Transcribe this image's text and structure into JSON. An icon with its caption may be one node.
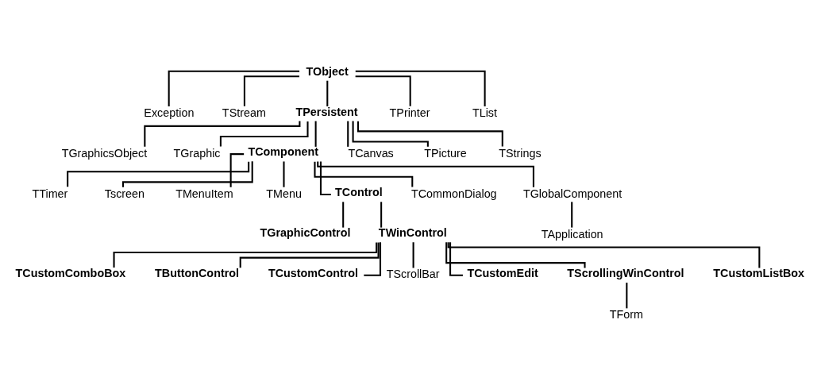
{
  "diagram": {
    "nodes": [
      {
        "text": [
          "TObject"
        ]
      },
      {
        "text": [
          "Exception"
        ]
      },
      {
        "text": [
          "TStream"
        ]
      },
      {
        "text": [
          "TPersistent"
        ]
      },
      {
        "text": [
          "TPrinter"
        ]
      },
      {
        "text": [
          "TList"
        ]
      },
      {
        "text": [
          "TGraphicsObject"
        ]
      },
      {
        "text": [
          "TGraphic"
        ]
      },
      {
        "text": [
          "TComponent"
        ]
      },
      {
        "text": [
          "TCanvas"
        ]
      },
      {
        "text": [
          "TPicture"
        ]
      },
      {
        "text": [
          "TStrings"
        ]
      },
      {
        "text": [
          "TTimer"
        ]
      },
      {
        "text": [
          "Tscreen"
        ]
      },
      {
        "text": [
          "TMenuItem"
        ]
      },
      {
        "text": [
          "TMenu"
        ]
      },
      {
        "text": [
          "TControl"
        ]
      },
      {
        "text": [
          "TCommonDialog"
        ]
      },
      {
        "text": [
          "TGlobalComponent"
        ]
      },
      {
        "text": [
          "TApplication"
        ]
      },
      {
        "text": [
          "TGraphicControl"
        ]
      },
      {
        "text": [
          "TWinControl"
        ]
      },
      {
        "text": [
          "TCustomComboBox"
        ]
      },
      {
        "text": [
          "TButtonControl"
        ]
      },
      {
        "text": [
          "TCustomControl"
        ]
      },
      {
        "text": [
          "TScrollBar"
        ]
      },
      {
        "text": [
          "TCustomEdit"
        ]
      },
      {
        "text": [
          "TScrollingWinControl"
        ]
      },
      {
        "text": [
          "TCustomListBox"
        ]
      },
      {
        "text": [
          "TForm"
        ]
      }
    ],
    "edges": [
      {
        "from": 0,
        "to": 1,
        "arrow": "none"
      },
      {
        "from": 0,
        "to": 2,
        "arrow": "none"
      },
      {
        "from": 0,
        "to": 3,
        "arrow": "none"
      },
      {
        "from": 0,
        "to": 4,
        "arrow": "none"
      },
      {
        "from": 0,
        "to": 5,
        "arrow": "none"
      },
      {
        "from": 3,
        "to": 6,
        "arrow": "none"
      },
      {
        "from": 3,
        "to": 7,
        "arrow": "none"
      },
      {
        "from": 3,
        "to": 8,
        "arrow": "none"
      },
      {
        "from": 3,
        "to": 9,
        "arrow": "none"
      },
      {
        "from": 3,
        "to": 10,
        "arrow": "none"
      },
      {
        "from": 3,
        "to": 11,
        "arrow": "none"
      },
      {
        "from": 8,
        "to": 12,
        "arrow": "none"
      },
      {
        "from": 8,
        "to": 13,
        "arrow": "none"
      },
      {
        "from": 8,
        "to": 14,
        "arrow": "none"
      },
      {
        "from": 8,
        "to": 15,
        "arrow": "none"
      },
      {
        "from": 8,
        "to": 16,
        "arrow": "none"
      },
      {
        "from": 8,
        "to": 17,
        "arrow": "none"
      },
      {
        "from": 8,
        "to": 18,
        "arrow": "none"
      },
      {
        "from": 18,
        "to": 19,
        "arrow": "none"
      },
      {
        "from": 16,
        "to": 20,
        "arrow": "none"
      },
      {
        "from": 16,
        "to": 21,
        "arrow": "none"
      },
      {
        "from": 21,
        "to": 22,
        "arrow": "none"
      },
      {
        "from": 21,
        "to": 23,
        "arrow": "none"
      },
      {
        "from": 21,
        "to": 24,
        "arrow": "none"
      },
      {
        "from": 21,
        "to": 25,
        "arrow": "none"
      },
      {
        "from": 21,
        "to": 26,
        "arrow": "none"
      },
      {
        "from": 21,
        "to": 27,
        "arrow": "none"
      },
      {
        "from": 21,
        "to": 28,
        "arrow": "none"
      },
      {
        "from": 27,
        "to": 29,
        "arrow": "none"
      }
    ]
  }
}
